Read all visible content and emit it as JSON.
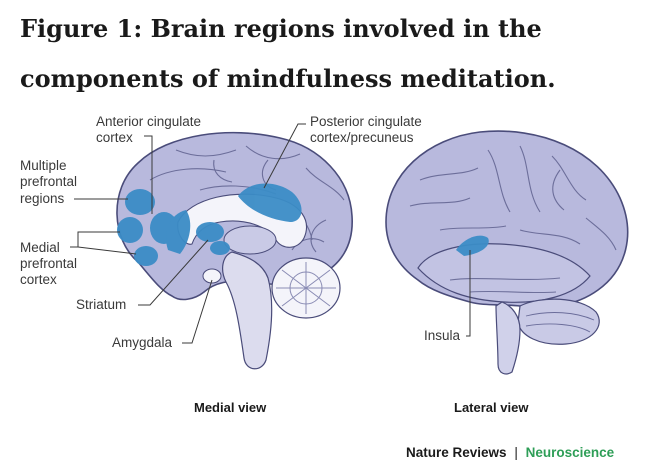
{
  "figure": {
    "title_line1": "Figure 1: Brain regions involved in the",
    "title_line2": "components of mindfulness meditation."
  },
  "labels": {
    "acc_line1": "Anterior cingulate",
    "acc_line2": "cortex",
    "pcc_line1": "Posterior cingulate",
    "pcc_line2": "cortex/precuneus",
    "mpr_line1": "Multiple",
    "mpr_line2": "prefrontal",
    "mpr_line3": "regions",
    "mpfc_line1": "Medial",
    "mpfc_line2": "prefrontal",
    "mpfc_line3": "cortex",
    "striatum": "Striatum",
    "amygdala": "Amygdala",
    "insula": "Insula"
  },
  "views": {
    "medial": "Medial view",
    "lateral": "Lateral view"
  },
  "credit": {
    "publisher": "Nature Reviews",
    "separator": "|",
    "journal": "Neuroscience"
  },
  "colors": {
    "brain_fill": "#b8b9dd",
    "brain_stroke": "#4a4c7a",
    "highlight": "#3b8cc6",
    "inner_white": "#f4f4fa",
    "journal_green": "#2e9e57"
  }
}
